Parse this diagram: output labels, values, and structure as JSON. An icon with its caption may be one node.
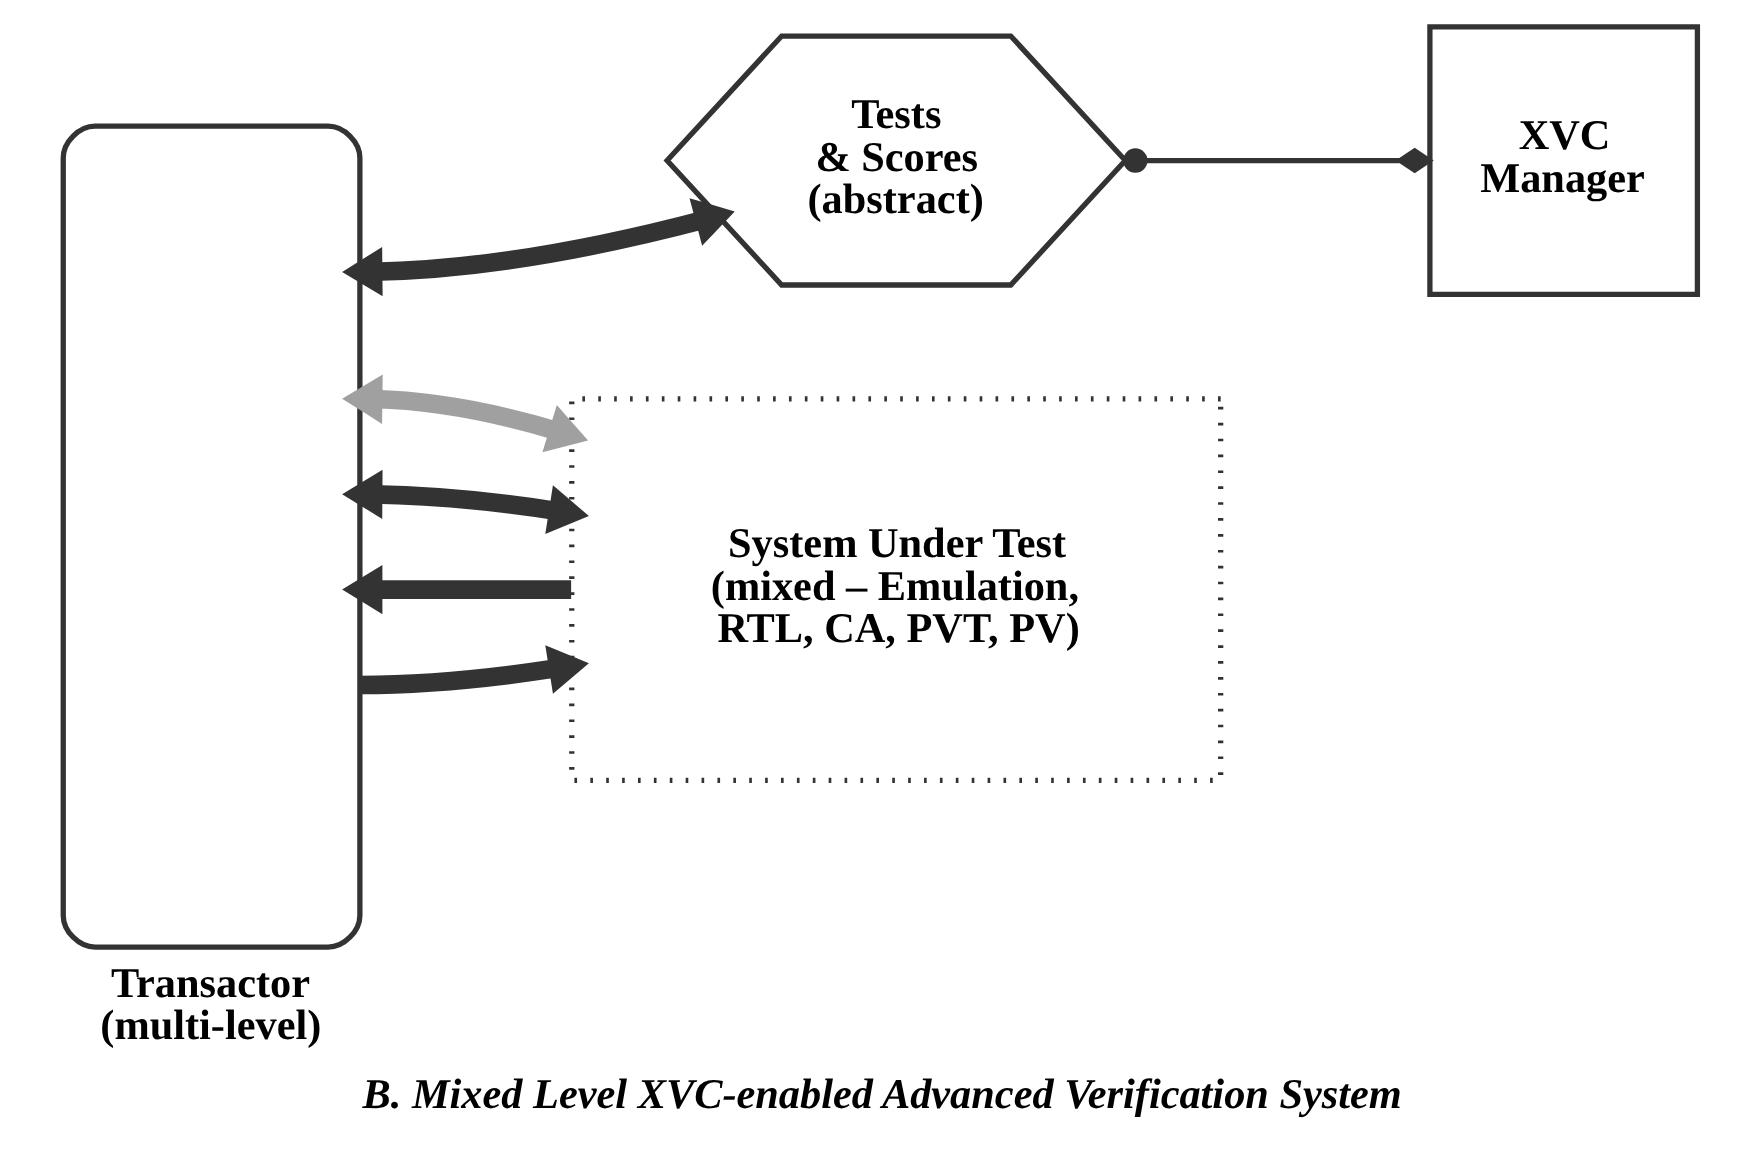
{
  "diagram": {
    "caption": "B. Mixed Level XVC-enabled Advanced Verification System",
    "nodes": [
      {
        "text": [
          "Transactor (multi-level)"
        ]
      },
      {
        "text": [
          "Tests & Scores (abstract)"
        ]
      },
      {
        "text": [
          "XVC Manager"
        ]
      },
      {
        "text": [
          "System Under Test (mixed – Emulation, RTL, CA, PVT, PV)"
        ]
      }
    ],
    "edges": [
      {
        "from": 0,
        "to": 1,
        "arrow": "both"
      },
      {
        "from": 1,
        "to": 2,
        "arrow": "other"
      },
      {
        "from": 0,
        "to": 3,
        "arrow": "both",
        "color": "#a0a0a0"
      },
      {
        "from": 0,
        "to": 3,
        "arrow": "both"
      },
      {
        "from": 3,
        "to": 0,
        "arrow": "to"
      },
      {
        "from": 0,
        "to": 3,
        "arrow": "to"
      }
    ]
  }
}
